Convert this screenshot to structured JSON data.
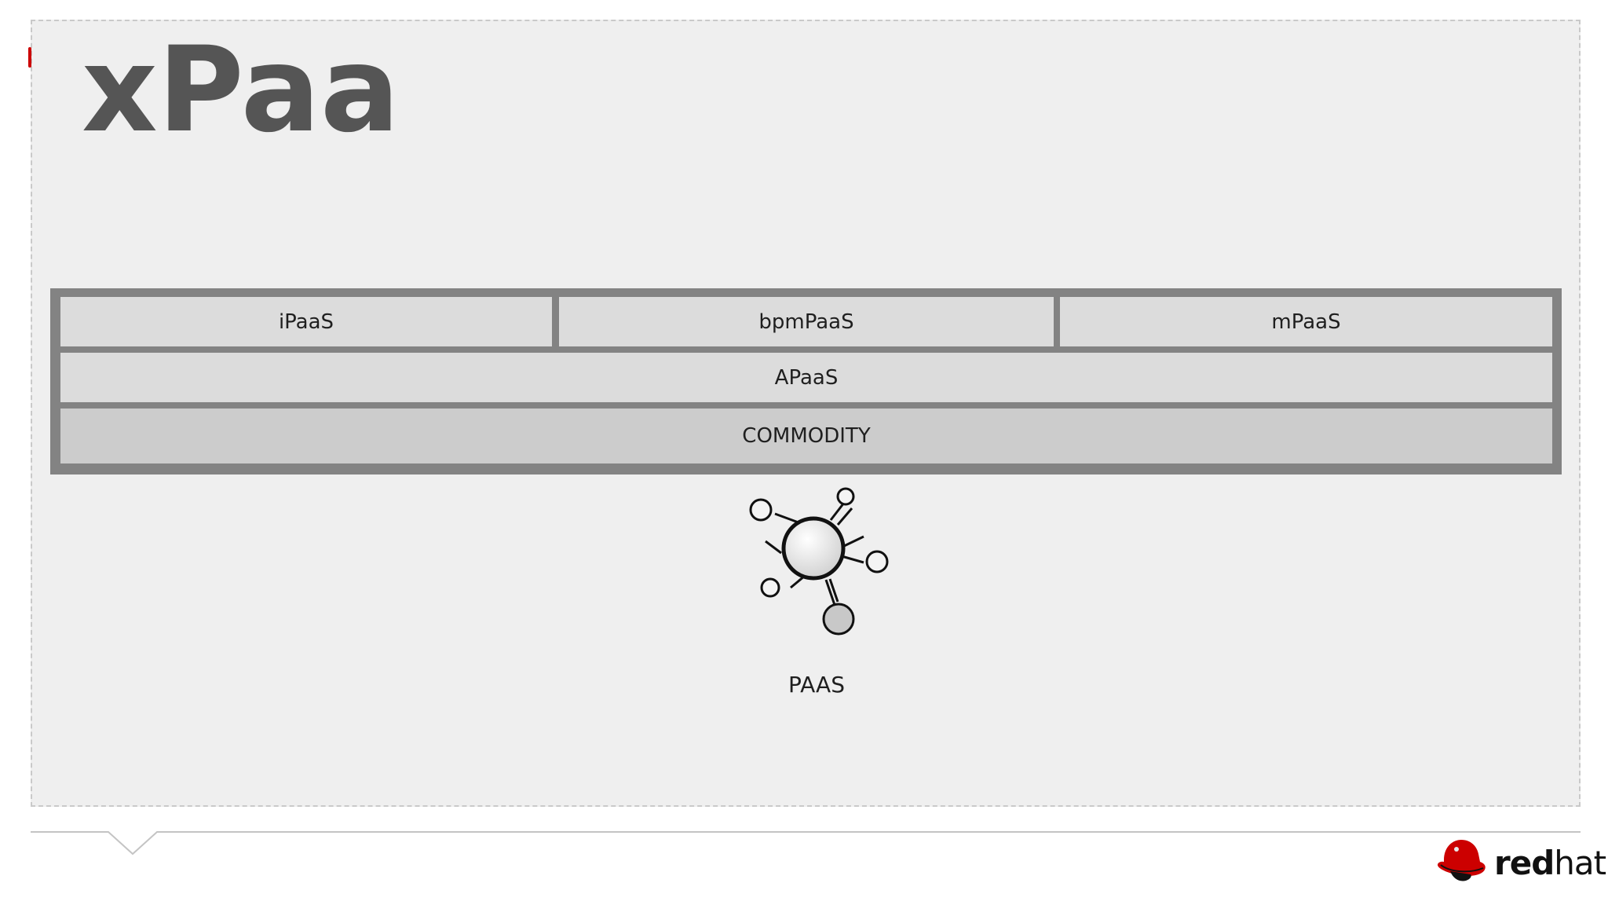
{
  "slide": {
    "title": "xPaaS"
  },
  "stack": {
    "top_row": [
      "iPaaS",
      "bpmPaaS",
      "mPaaS"
    ],
    "middle": "APaaS",
    "bottom": "COMMODITY"
  },
  "paas_label": "PAAS",
  "brand": {
    "name_bold": "red",
    "name_light": "hat",
    "dot": "."
  },
  "colors": {
    "panel_bg": "#efefef",
    "frame": "#838383",
    "cell": "#dcdcdc",
    "commodity_cell": "#cccccc",
    "title": "#555555",
    "brand_red": "#cc0000"
  },
  "icons": [
    "network-hub-icon",
    "redhat-shadowman-icon"
  ]
}
